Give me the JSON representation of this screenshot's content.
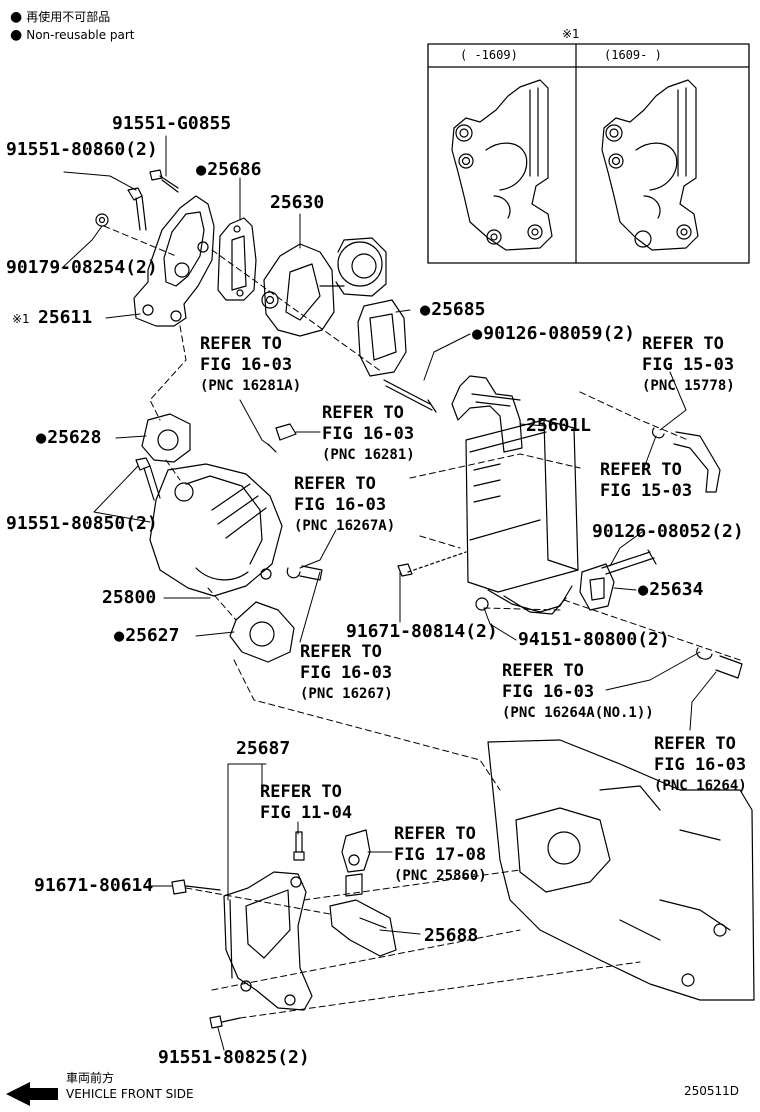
{
  "legend": {
    "items": [
      "再使用不可部品",
      "Non-reusable part"
    ]
  },
  "inset": {
    "marker": "※1",
    "columns": [
      "(  -1609)",
      "(1609-  )"
    ]
  },
  "parts": {
    "p1": {
      "text": "91551-G0855",
      "np": false
    },
    "p2": {
      "text": "91551-80860(2)",
      "np": false
    },
    "p3": {
      "text": "25686",
      "np": true
    },
    "p4": {
      "text": "25630",
      "np": false
    },
    "p5": {
      "text": "90179-08254(2)",
      "np": false
    },
    "p6": {
      "text": "25611",
      "np": false
    },
    "p7": {
      "text": "25685",
      "np": true
    },
    "p8": {
      "text": "90126-08059(2)",
      "np": true
    },
    "p9": {
      "text": "25601L",
      "np": false
    },
    "p10": {
      "text": "25628",
      "np": true
    },
    "p11": {
      "text": "91551-80850(2)",
      "np": false
    },
    "p12": {
      "text": "90126-08052(2)",
      "np": false
    },
    "p13": {
      "text": "25634",
      "np": true
    },
    "p14": {
      "text": "25800",
      "np": false
    },
    "p15": {
      "text": "91671-80814(2)",
      "np": false
    },
    "p16": {
      "text": "94151-80800(2)",
      "np": false
    },
    "p17": {
      "text": "25627",
      "np": true
    },
    "p18": {
      "text": "25687",
      "np": false
    },
    "p19": {
      "text": "91671-80614",
      "np": false
    },
    "p20": {
      "text": "25688",
      "np": false
    },
    "p21": {
      "text": "91551-80825(2)",
      "np": false
    }
  },
  "part_prefix_mark": "※1",
  "refs": {
    "r1": {
      "l1": "REFER TO",
      "l2": "FIG 16-03",
      "pnc": "(PNC 16281A)"
    },
    "r2": {
      "l1": "REFER TO",
      "l2": "FIG 16-03",
      "pnc": "(PNC 16281)"
    },
    "r3": {
      "l1": "REFER TO",
      "l2": "FIG 15-03",
      "pnc": "(PNC 15778)"
    },
    "r4": {
      "l1": "REFER TO",
      "l2": "FIG 15-03",
      "pnc": ""
    },
    "r5": {
      "l1": "REFER TO",
      "l2": "FIG 16-03",
      "pnc": "(PNC 16267A)"
    },
    "r6": {
      "l1": "REFER TO",
      "l2": "FIG 16-03",
      "pnc": "(PNC 16267)"
    },
    "r7": {
      "l1": "REFER TO",
      "l2": "FIG 16-03",
      "pnc": "(PNC 16264A(NO.1))"
    },
    "r8": {
      "l1": "REFER TO",
      "l2": "FIG 16-03",
      "pnc": "(PNC 16264)"
    },
    "r9": {
      "l1": "REFER TO",
      "l2": "FIG 11-04",
      "pnc": ""
    },
    "r10": {
      "l1": "REFER TO",
      "l2": "FIG 17-08",
      "pnc": "(PNC 25860)"
    }
  },
  "front": {
    "jp": "車両前方",
    "en": "VEHICLE FRONT SIDE"
  },
  "figure_id": "250511D"
}
